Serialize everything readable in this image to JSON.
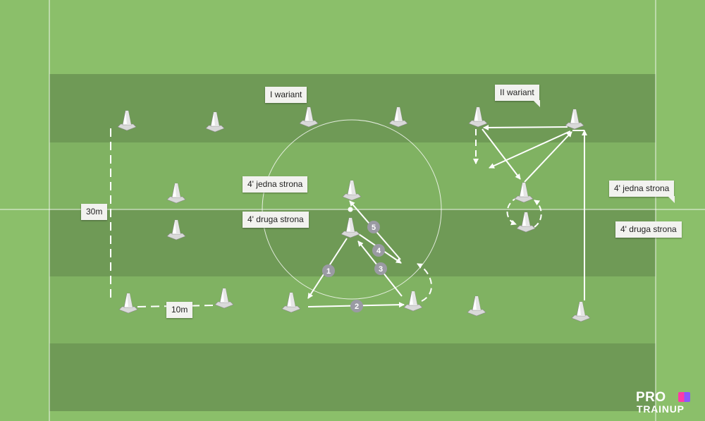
{
  "labels": {
    "variant1": "I wariant",
    "variant2": "II wariant",
    "side1_left": "4' jedna strona",
    "side2_left": "4' druga strona",
    "side1_right": "4' jedna strona",
    "side2_right": "4' druga strona",
    "dist_30": "30m",
    "dist_10": "10m"
  },
  "steps": [
    "1",
    "2",
    "3",
    "4",
    "5"
  ],
  "logo": {
    "line1": "PRO",
    "line2": "TRAINUP"
  },
  "colors": {
    "grass_light": "#8bbf6a",
    "stripe_dark": "#6f9a56",
    "stripe_mid": "#7fb160",
    "line_white": "#ffffff",
    "step_badge": "#9a9aa3",
    "label_bg": "#f2f2ef"
  }
}
